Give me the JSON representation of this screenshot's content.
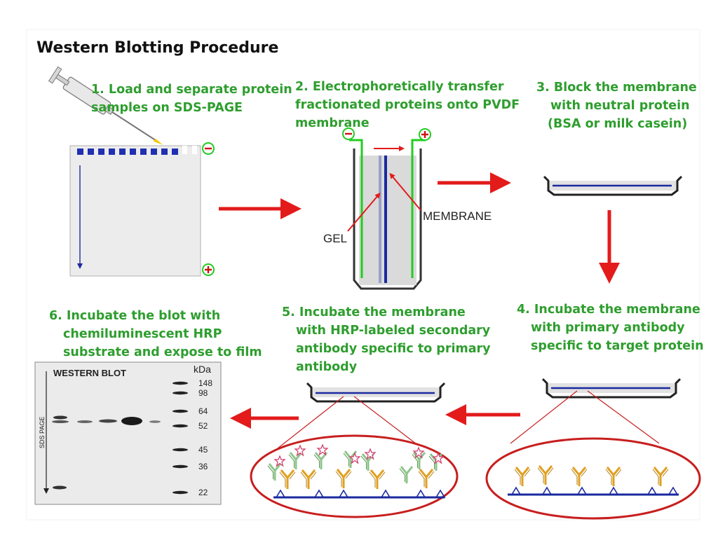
{
  "title": "Western Blotting Procedure",
  "steps": {
    "s1": [
      "1. Load  and separate protein",
      "samples on SDS-PAGE"
    ],
    "s2": [
      "2. Electrophoretically transfer",
      "fractionated proteins onto PVDF",
      "membrane"
    ],
    "s3": [
      "3. Block the membrane",
      "with neutral protein",
      "(BSA or milk casein)"
    ],
    "s4": [
      "4. Incubate the membrane",
      "with primary antibody",
      "specific to target protein"
    ],
    "s5": [
      "5. Incubate the membrane",
      "with HRP-labeled secondary",
      "antibody specific to primary",
      "antibody"
    ],
    "s6": [
      "6. Incubate the blot with",
      "chemiluminescent HRP",
      "substrate and expose to film"
    ]
  },
  "transfer_labels": {
    "gel": "GEL",
    "membrane": "MEMBRANE",
    "minus": "−",
    "plus": "+"
  },
  "blot": {
    "title": "WESTERN  BLOT",
    "unit": "kDa",
    "axis_label": "SDS PAGE",
    "markers": [
      "148",
      "98",
      "64",
      "52",
      "45",
      "36",
      "22"
    ]
  },
  "colors": {
    "step_text": "#2e9e2e",
    "arrow": "#e31b1b",
    "membrane": "#1a2aa0",
    "antibody_primary": "#e0a020",
    "antibody_secondary": "#8ec48a",
    "zoom_outline": "#c81e1e",
    "electrode_green": "#22cc22"
  }
}
